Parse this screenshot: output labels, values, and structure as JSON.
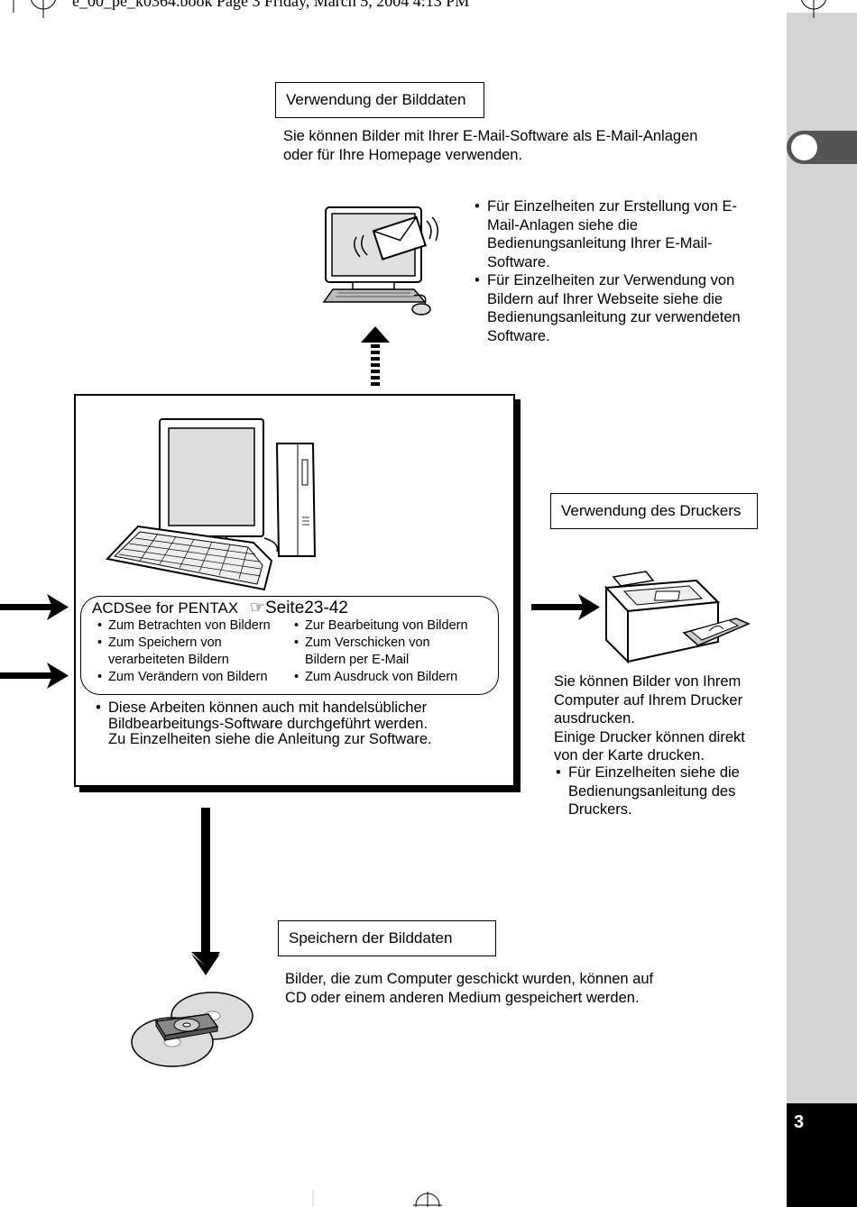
{
  "header": {
    "text": "e_00_pe_k0364.book  Page 3  Friday, March 5, 2004  4:13 PM"
  },
  "page_number": "3",
  "section_email": {
    "title": "Verwendung der Bilddaten",
    "intro": [
      "Sie können Bilder mit Ihrer E-Mail-Software als E-Mail-Anlagen",
      "oder für Ihre Homepage verwenden."
    ],
    "bullets": [
      [
        "Für Einzelheiten zur Erstellung von E-",
        "Mail-Anlagen siehe die",
        "Bedienungsanleitung Ihrer E-Mail-",
        "Software."
      ],
      [
        "Für Einzelheiten zur Verwendung von",
        "Bildern auf Ihrer Webseite siehe die",
        "Bedienungsanleitung zur verwendeten",
        "Software."
      ]
    ]
  },
  "section_pc": {
    "acd_title": "ACDSee for PENTAX",
    "acd_ref": "☞Seite23-42",
    "left_items": [
      [
        "Zum Betrachten von Bildern"
      ],
      [
        "Zum Speichern von",
        "verarbeiteten Bildern"
      ],
      [
        "Zum Verändern von Bildern"
      ]
    ],
    "right_items": [
      [
        "Zur Bearbeitung von Bildern"
      ],
      [
        "Zum Verschicken von",
        "Bildern per E-Mail"
      ],
      [
        "Zum Ausdruck von Bildern"
      ]
    ],
    "note": [
      "Diese Arbeiten können auch mit handelsüblicher",
      "Bildbearbeitungs-Software durchgeführt werden.",
      "Zu Einzelheiten siehe die Anleitung zur Software."
    ]
  },
  "section_printer": {
    "title": "Verwendung des Druckers",
    "text": [
      "Sie können Bilder von Ihrem",
      "Computer auf Ihrem Drucker",
      "ausdrucken.",
      "Einige Drucker können direkt",
      "von der Karte drucken."
    ],
    "bullet": [
      "Für Einzelheiten siehe die",
      "Bedienungsanleitung des",
      "Druckers."
    ]
  },
  "section_storage": {
    "title": "Speichern der Bilddaten",
    "text": [
      "Bilder, die zum Computer geschickt wurden, können auf",
      "CD oder einem anderen Medium gespeichert werden."
    ]
  },
  "colors": {
    "sidebar": "#d4d4d4",
    "tab": "#555555",
    "page_tab": "#000000"
  }
}
